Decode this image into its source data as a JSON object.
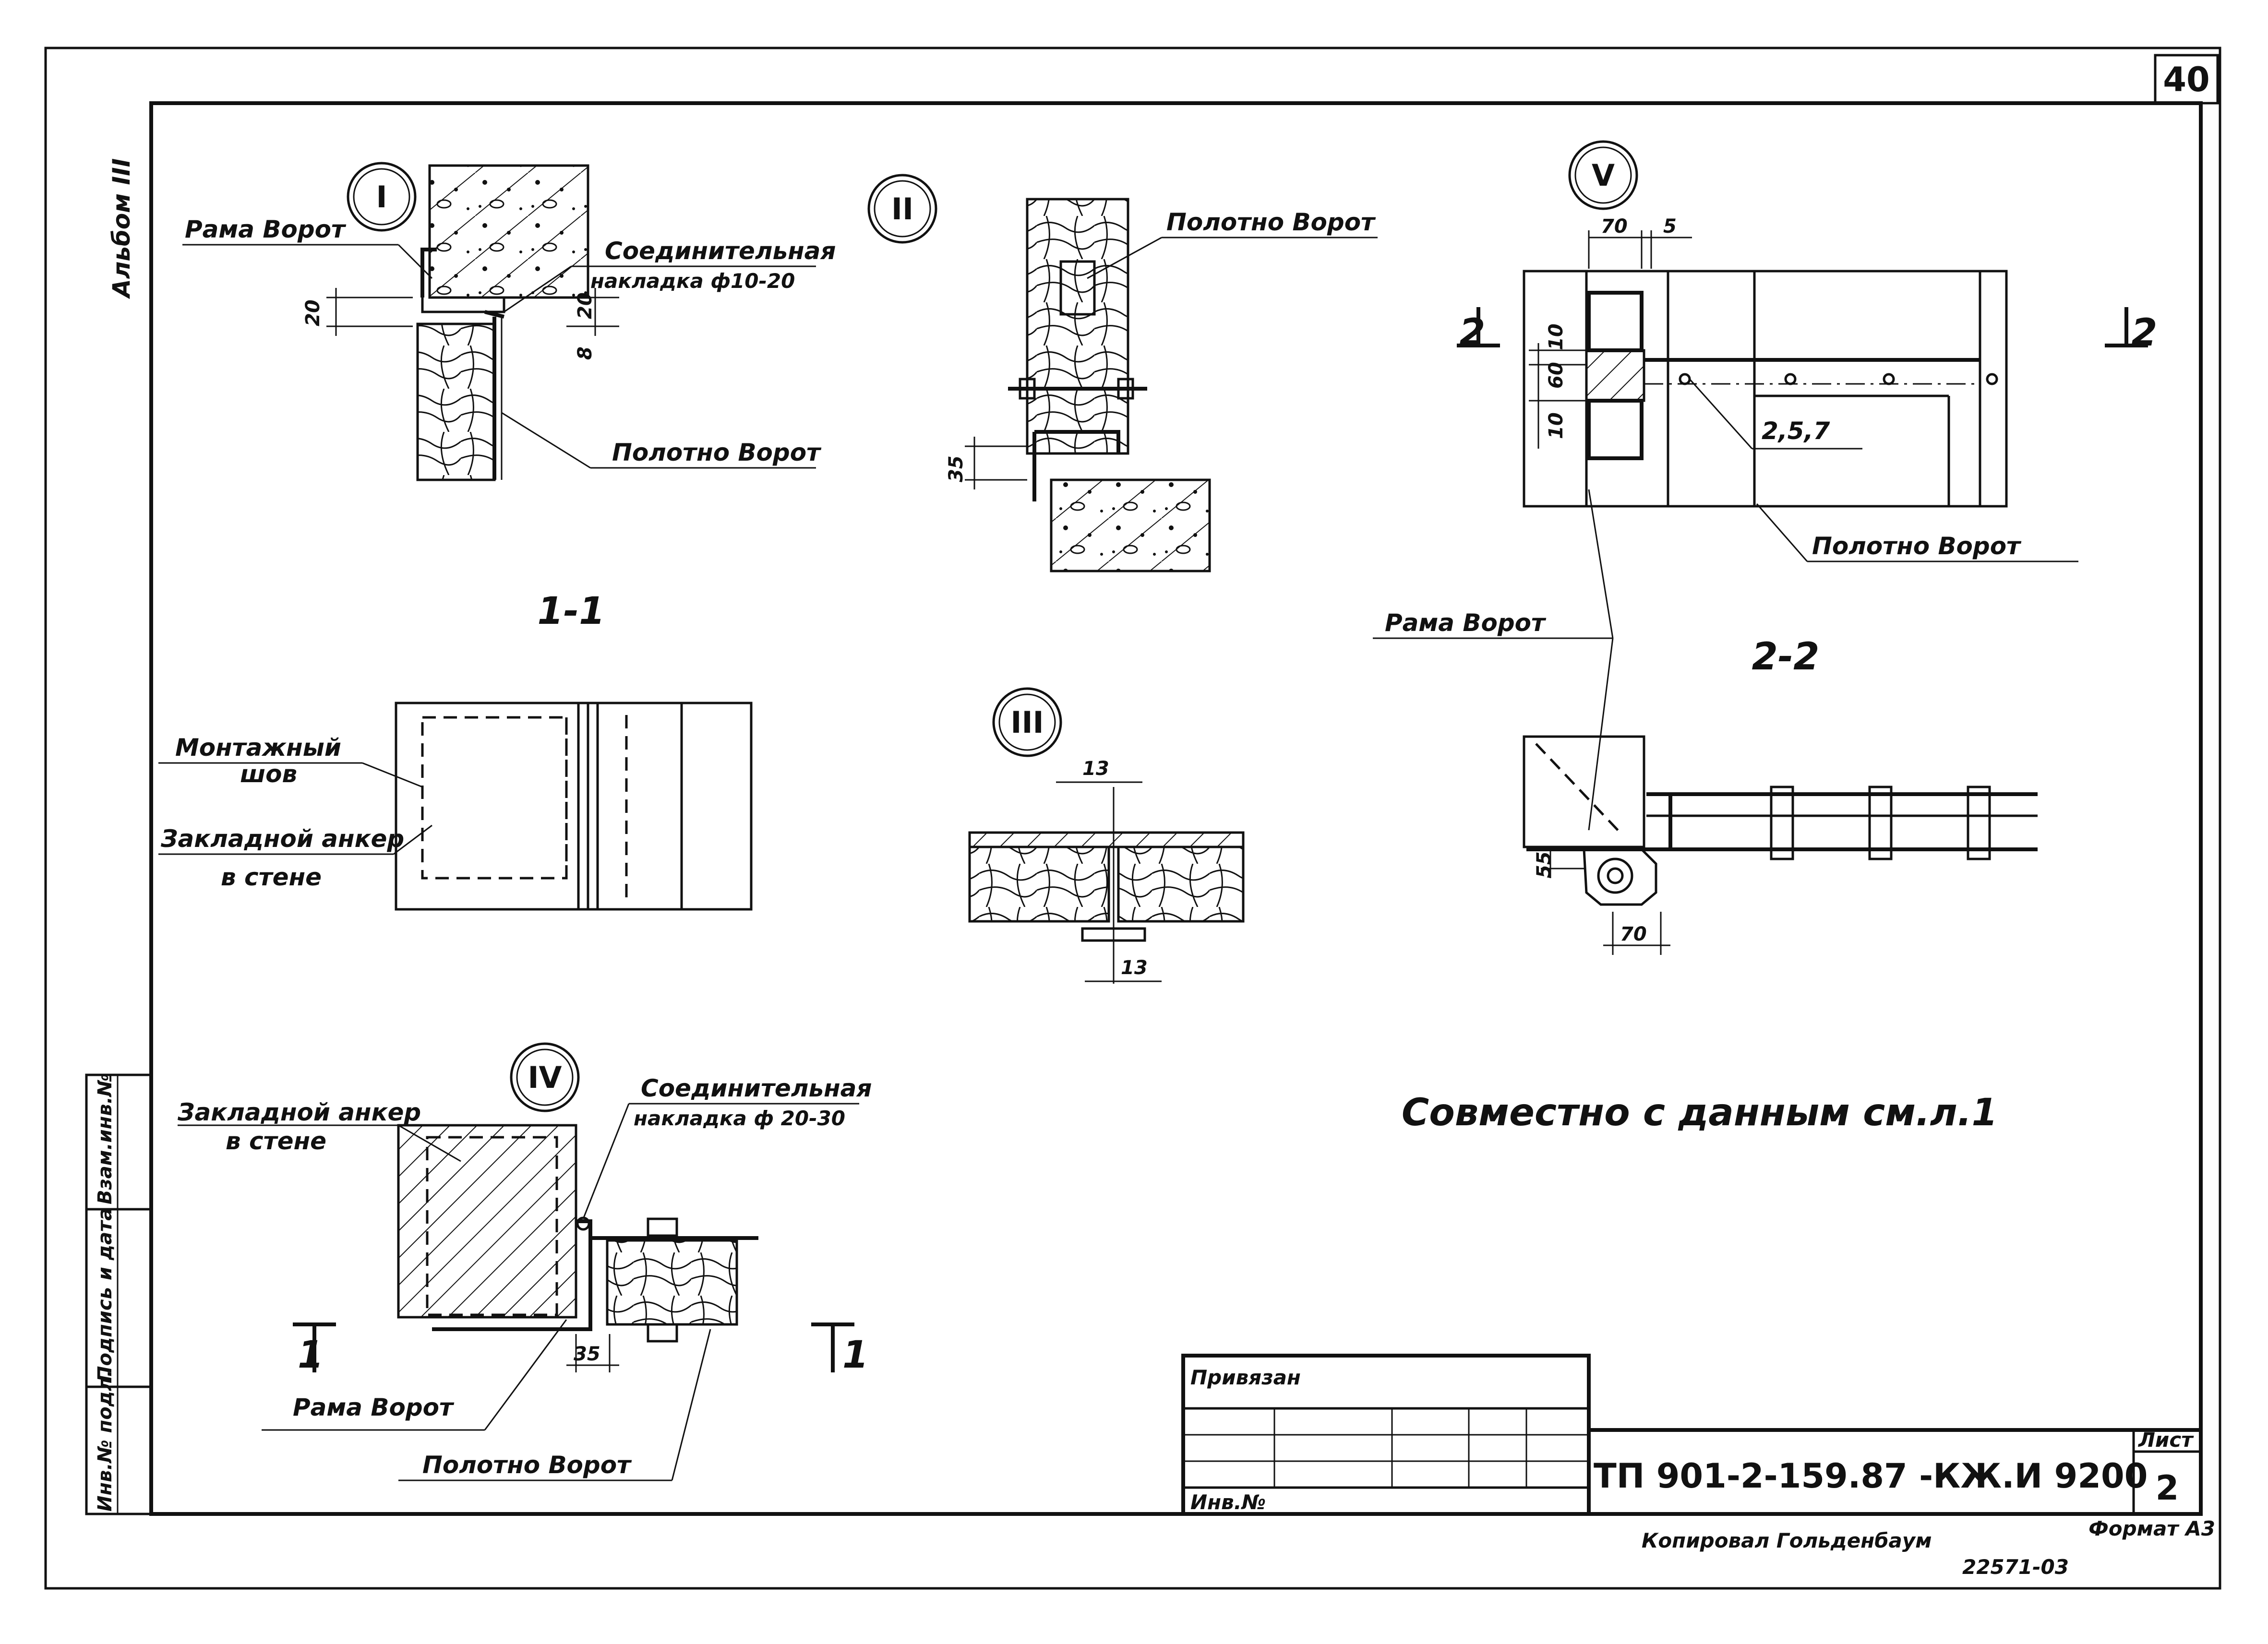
{
  "sheet": {
    "page_number": "40",
    "album": "Альбом III",
    "copied_by": "Копировал Гольденбаум",
    "format": "Формат А3",
    "inventory_code": "22571-03",
    "note": "Совместно с данным см.л.1"
  },
  "side_stamp": {
    "inv_podl": "Инв.№ подл.",
    "podpis_data": "Подпись и дата",
    "vzam_inv": "Взам.инв.№"
  },
  "title_block": {
    "privyazan": "Привязан",
    "inv_no": "Инв.№",
    "designation": "ТП 901-2-159.87 -КЖ.И 9200",
    "list_label": "Лист",
    "list_number": "2"
  },
  "detail_I": {
    "marker": "I",
    "label_frame": "Рама Ворот",
    "label_plate_1": "Соединительная",
    "label_plate_2": "накладка ф10-20",
    "label_panel": "Полотно Ворот",
    "dim_20": "20",
    "dim_20b": "20",
    "dim_8": "8"
  },
  "detail_II": {
    "marker": "II",
    "label_panel": "Полотно Ворот",
    "dim_35": "35"
  },
  "detail_III": {
    "marker": "III",
    "dim_top": "13",
    "dim_bottom": "13"
  },
  "detail_IV": {
    "marker": "IV",
    "label_anchor_1": "Закладной анкер",
    "label_anchor_2": "в стене",
    "label_plate_1": "Соединительная",
    "label_plate_2": "накладка ф 20-30",
    "label_frame": "Рама Ворот",
    "label_panel": "Полотно Ворот",
    "dim_35": "35",
    "cut_left": "1",
    "cut_right": "1"
  },
  "detail_V": {
    "marker": "V",
    "dim_70": "70",
    "dim_5": "5",
    "dim_10a": "10",
    "dim_60": "60",
    "dim_10b": "10",
    "label_bolts": "2,5,7",
    "label_panel": "Полотно Ворот",
    "label_frame": "Рама Ворот",
    "cut_left": "2",
    "cut_right": "2"
  },
  "section_1_1": {
    "title": "1-1",
    "label_weld_1": "Монтажный",
    "label_weld_2": "шов",
    "label_anchor_1": "Закладной анкер",
    "label_anchor_2": "в стене"
  },
  "section_2_2": {
    "title": "2-2",
    "dim_55": "55",
    "dim_70": "70"
  }
}
